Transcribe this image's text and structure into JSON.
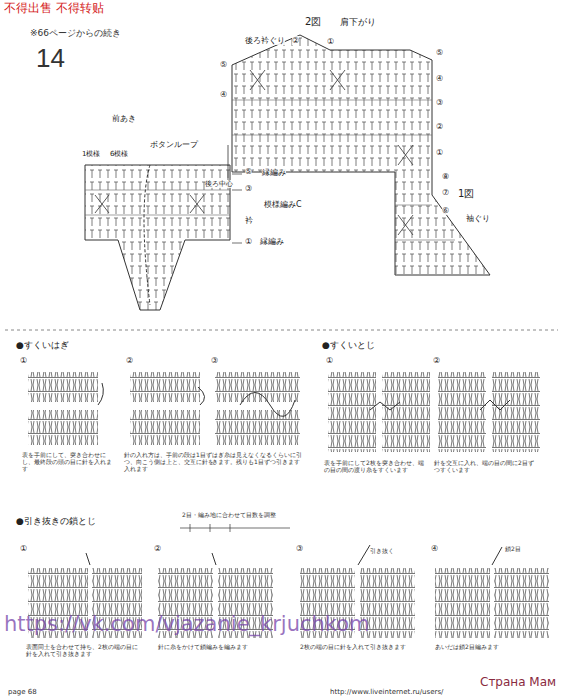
{
  "diagram": {
    "labels": [
      "不得出售 不得转贴",
      "※66ページからの続き",
      "14",
      "2図",
      "肩下がり",
      "後ろ衿ぐり",
      "②",
      "①",
      "⑤",
      "④",
      "③",
      "②",
      "①",
      "⑤",
      "④",
      "後ろ中心",
      "⑧",
      "⑦",
      "1図",
      "⑥",
      "袖ぐり",
      "前あき",
      "1模様",
      "6模様",
      "ボタンループ",
      "縁編み",
      "⑤",
      "③",
      "模様編みC",
      "衿",
      "①",
      "縁編み",
      "●すくいはぎ",
      "①",
      "②",
      "③",
      "表を手前にして、突き合わせにし、最終段の頭の目に針を入れます",
      "針の入れ方は、手前の段は1目ずつ、向こう側は上と、交互に針を入れます",
      "はぎ糸は見えなくなるくらいに引きます。残りも1目ずつ引きます",
      "●すくいとじ",
      "①",
      "②",
      "表を手前にして2枚を突き合わせ、端の目の間の渡り糸をすくいます",
      "針を交互に入れ、端の目の間に2目ずつすくいます",
      "●引き抜きの鎖とじ",
      "2目・編み地に合わせて目数を調整",
      "①",
      "②",
      "③",
      "④",
      "引き抜く",
      "鎖2目",
      "表面同士を合わせて持ち、2枚の端の目に針を入れて引き抜きます",
      "針に糸をかけて鎖編みを編みます",
      "2枚の端の目に針を入れて引き抜きます",
      "あいだは鎖2目編みます",
      "https://vk.com/vjazanie_krjuchkom",
      "page 68",
      "http://www.liveinternet.ru/users/",
      "Страна Мам"
    ]
  }
}
